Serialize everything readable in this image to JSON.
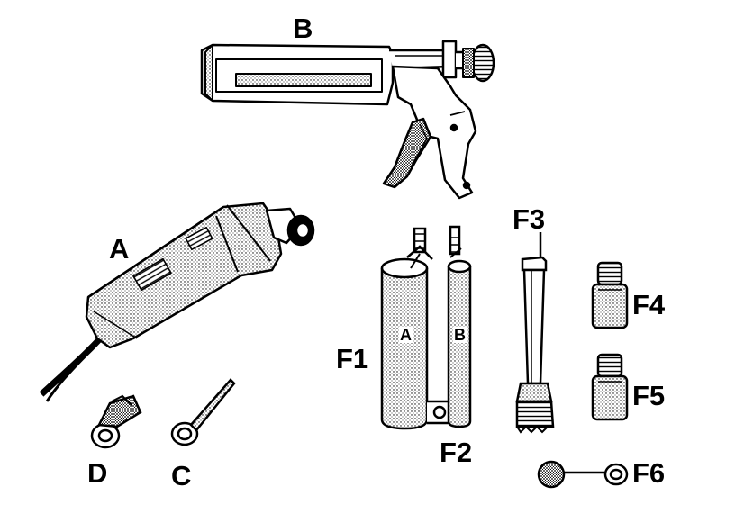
{
  "labels": {
    "B": "B",
    "A": "A",
    "D": "D",
    "C": "C",
    "F1": "F1",
    "F2": "F2",
    "F3": "F3",
    "F4": "F4",
    "F5": "F5",
    "F6": "F6",
    "cartridge_a": "A",
    "cartridge_b": "B"
  }
}
